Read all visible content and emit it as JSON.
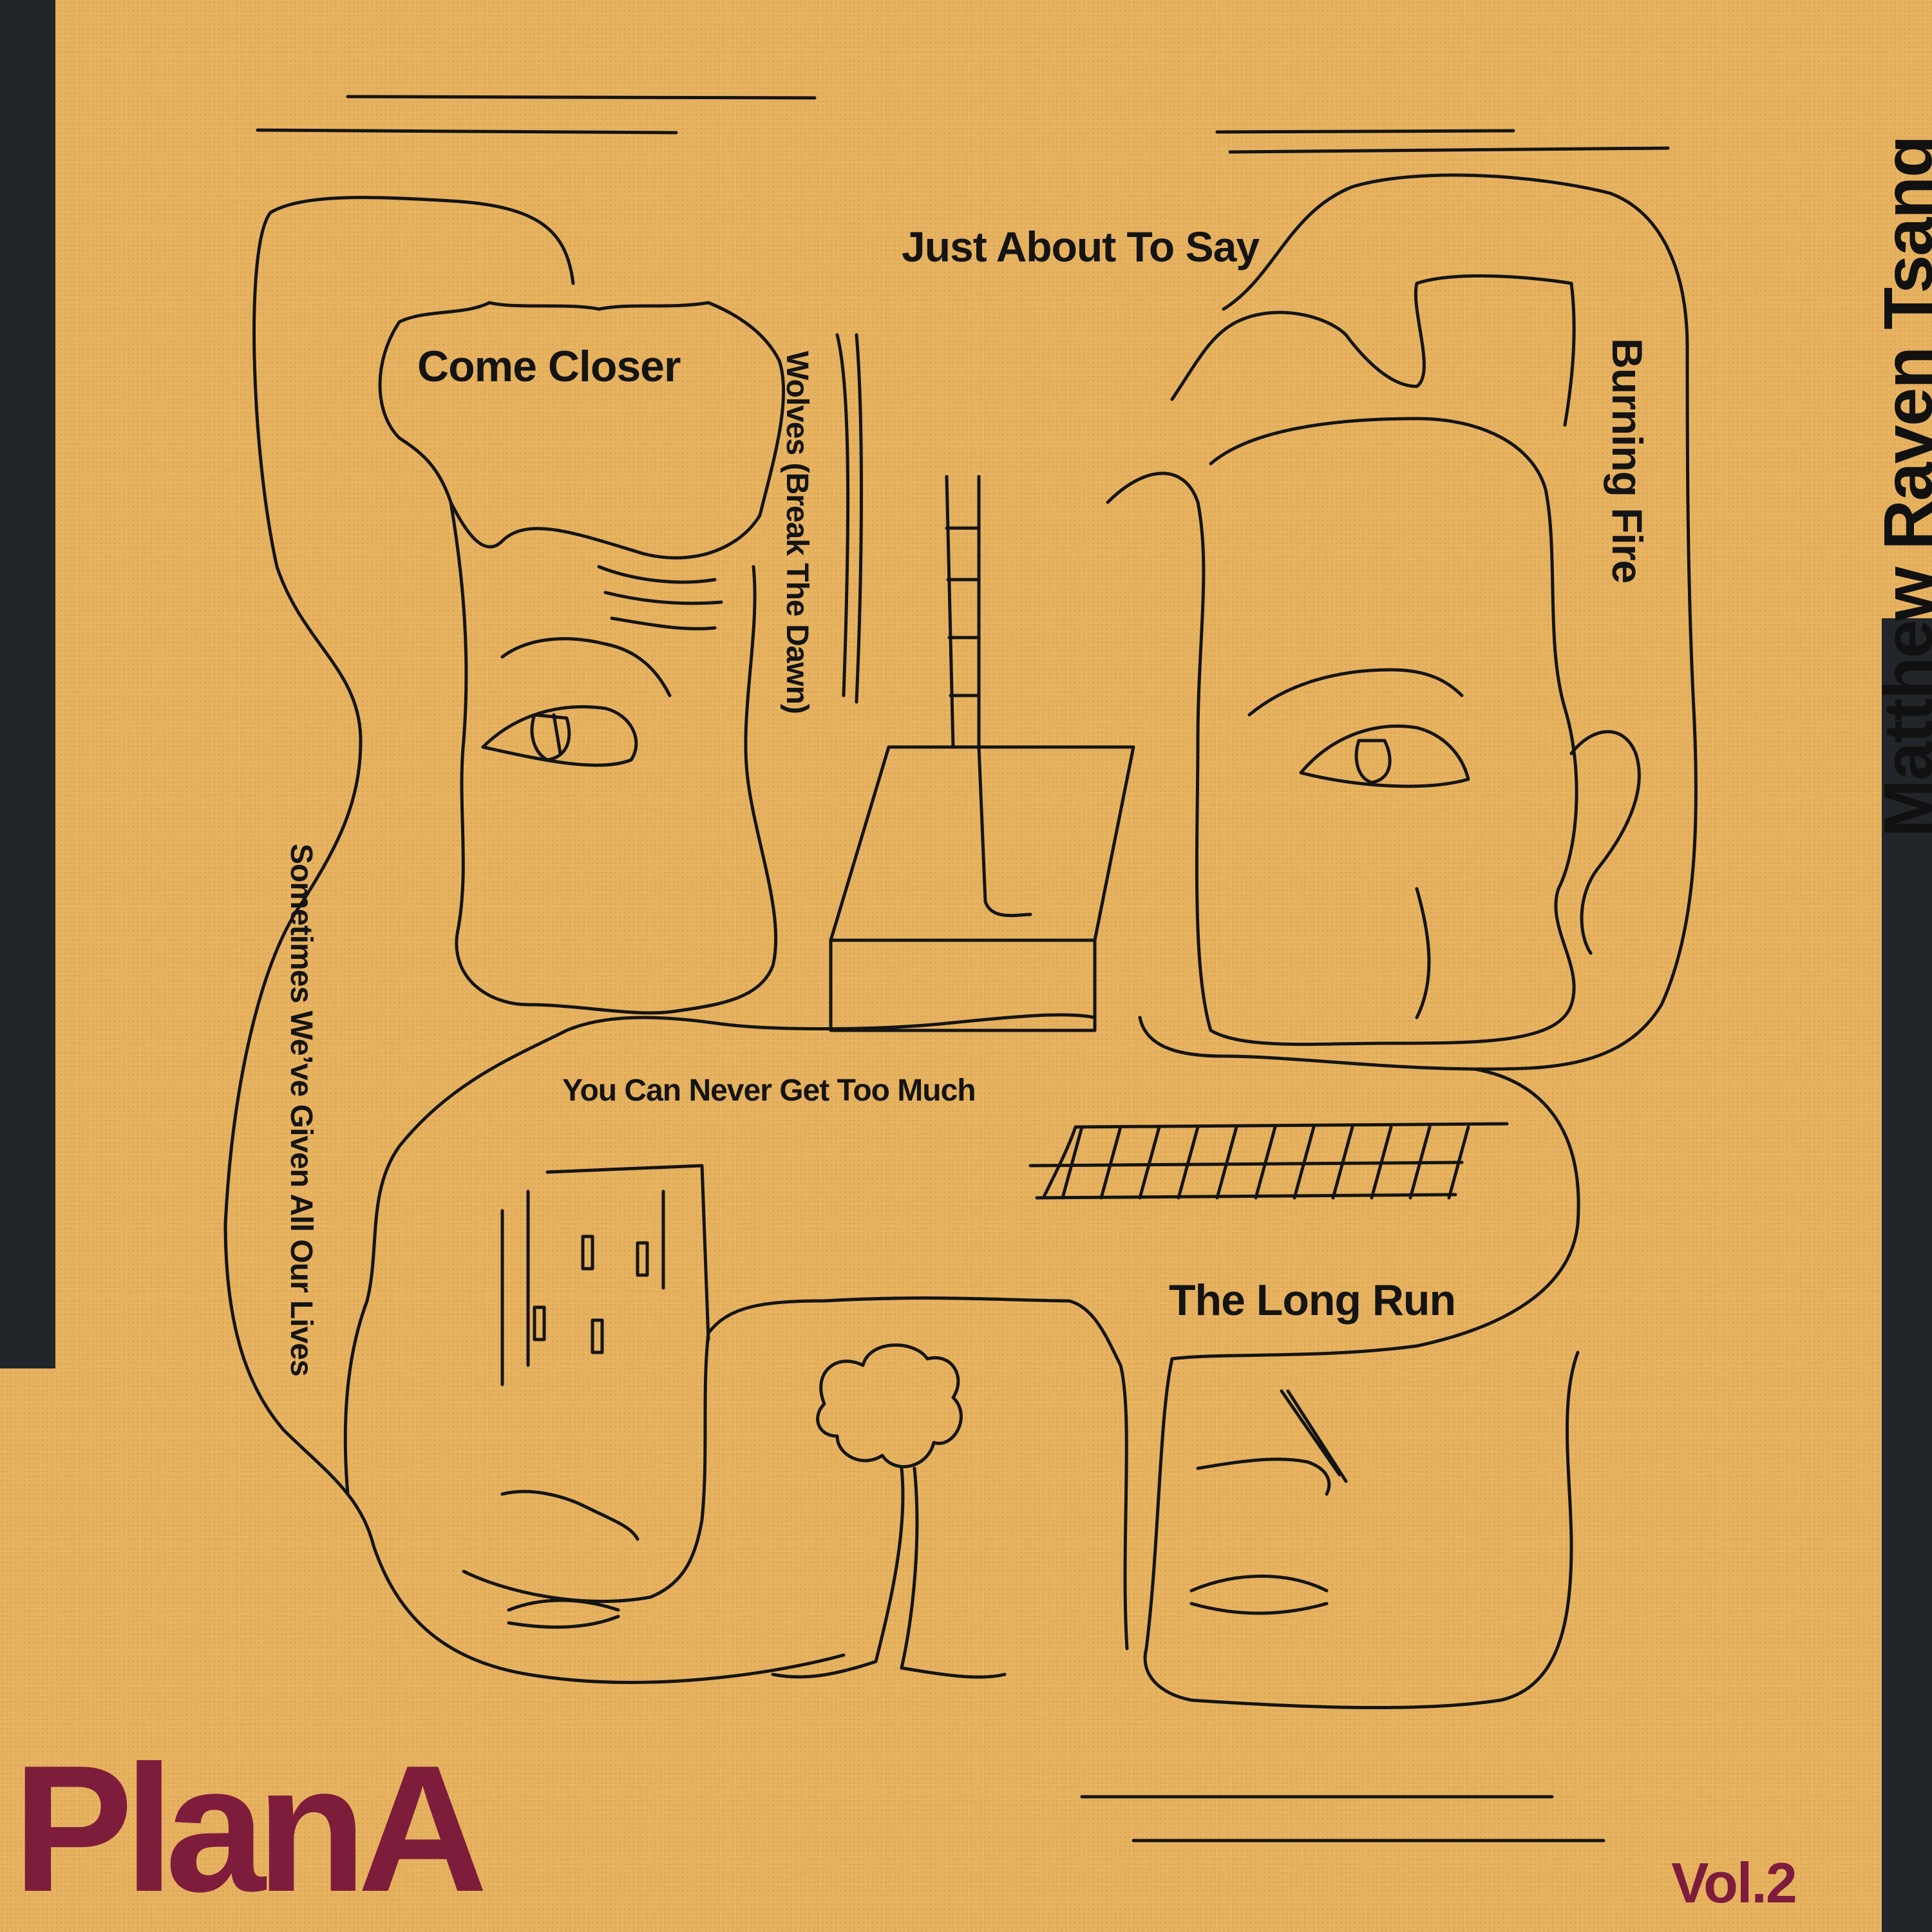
{
  "cover": {
    "artist": "Matthew Raven Tsang",
    "title": "PlanA",
    "volume": "Vol.2",
    "tracks": {
      "just_about_to_say": "Just About To Say",
      "come_closer": "Come Closer",
      "wolves": "Wolves (Break The Dawn)",
      "burning_fire": "Burning Fire",
      "sometimes": "Sometimes We’ve Given All Our Lives",
      "you_can_never": "You Can Never Get Too Much",
      "the_long_run": "The Long Run"
    }
  },
  "colors": {
    "background": "#e7b25f",
    "bars": "#22252a",
    "ink": "#141414",
    "title": "#7e1c3c"
  }
}
